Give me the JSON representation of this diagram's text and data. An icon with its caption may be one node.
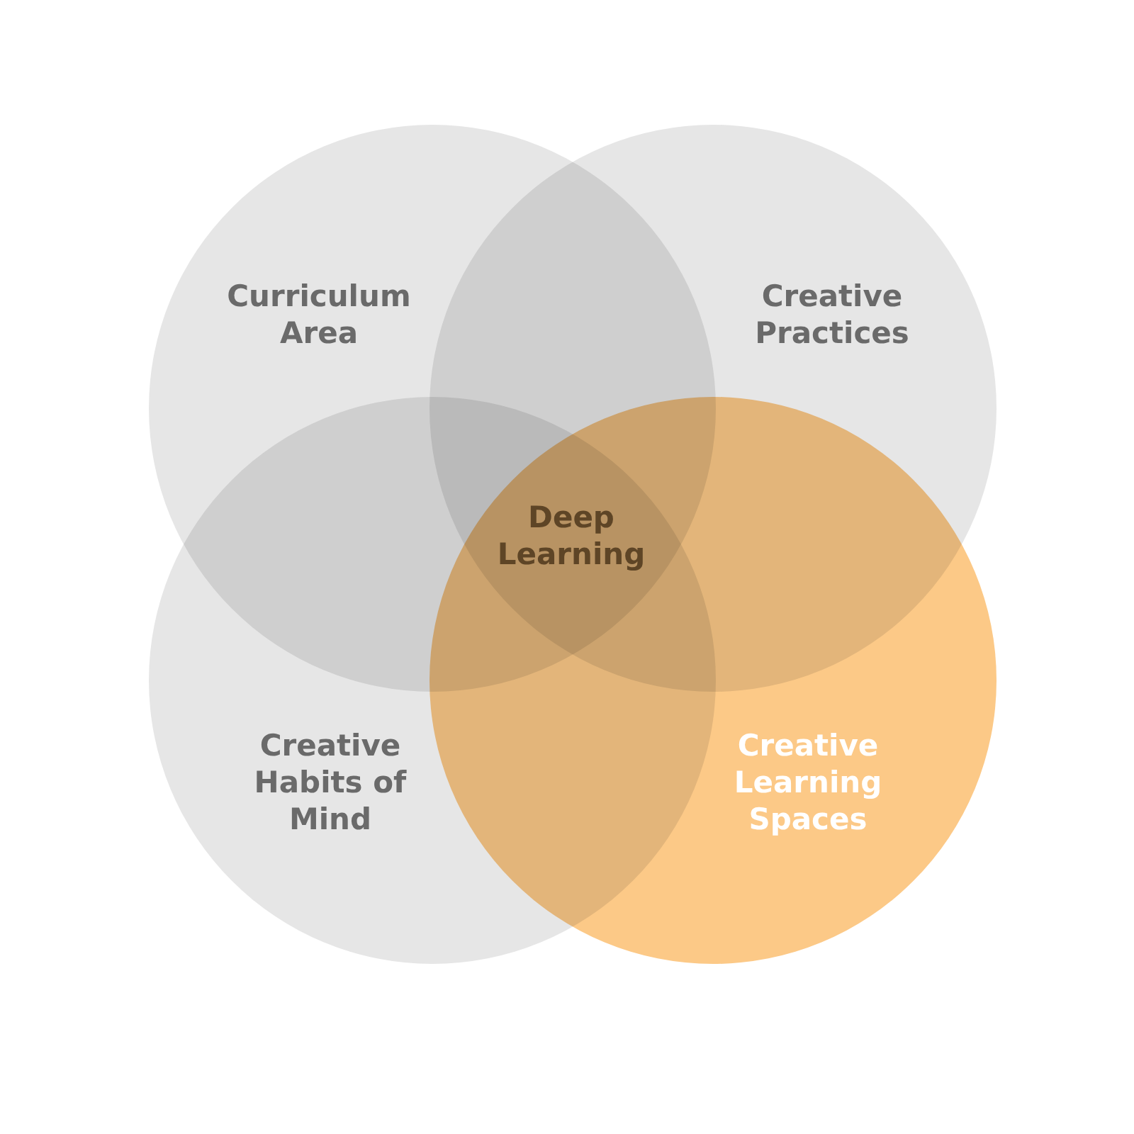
{
  "diagram": {
    "nodes": [
      {
        "text": [
          "Curriculum Area"
        ]
      },
      {
        "text": [
          "Creative Practices"
        ]
      },
      {
        "text": [
          "Creative Habits of Mind"
        ]
      },
      {
        "text": [
          "Creative Learning Spaces"
        ]
      }
    ],
    "labels": [
      "Deep Learning"
    ]
  }
}
